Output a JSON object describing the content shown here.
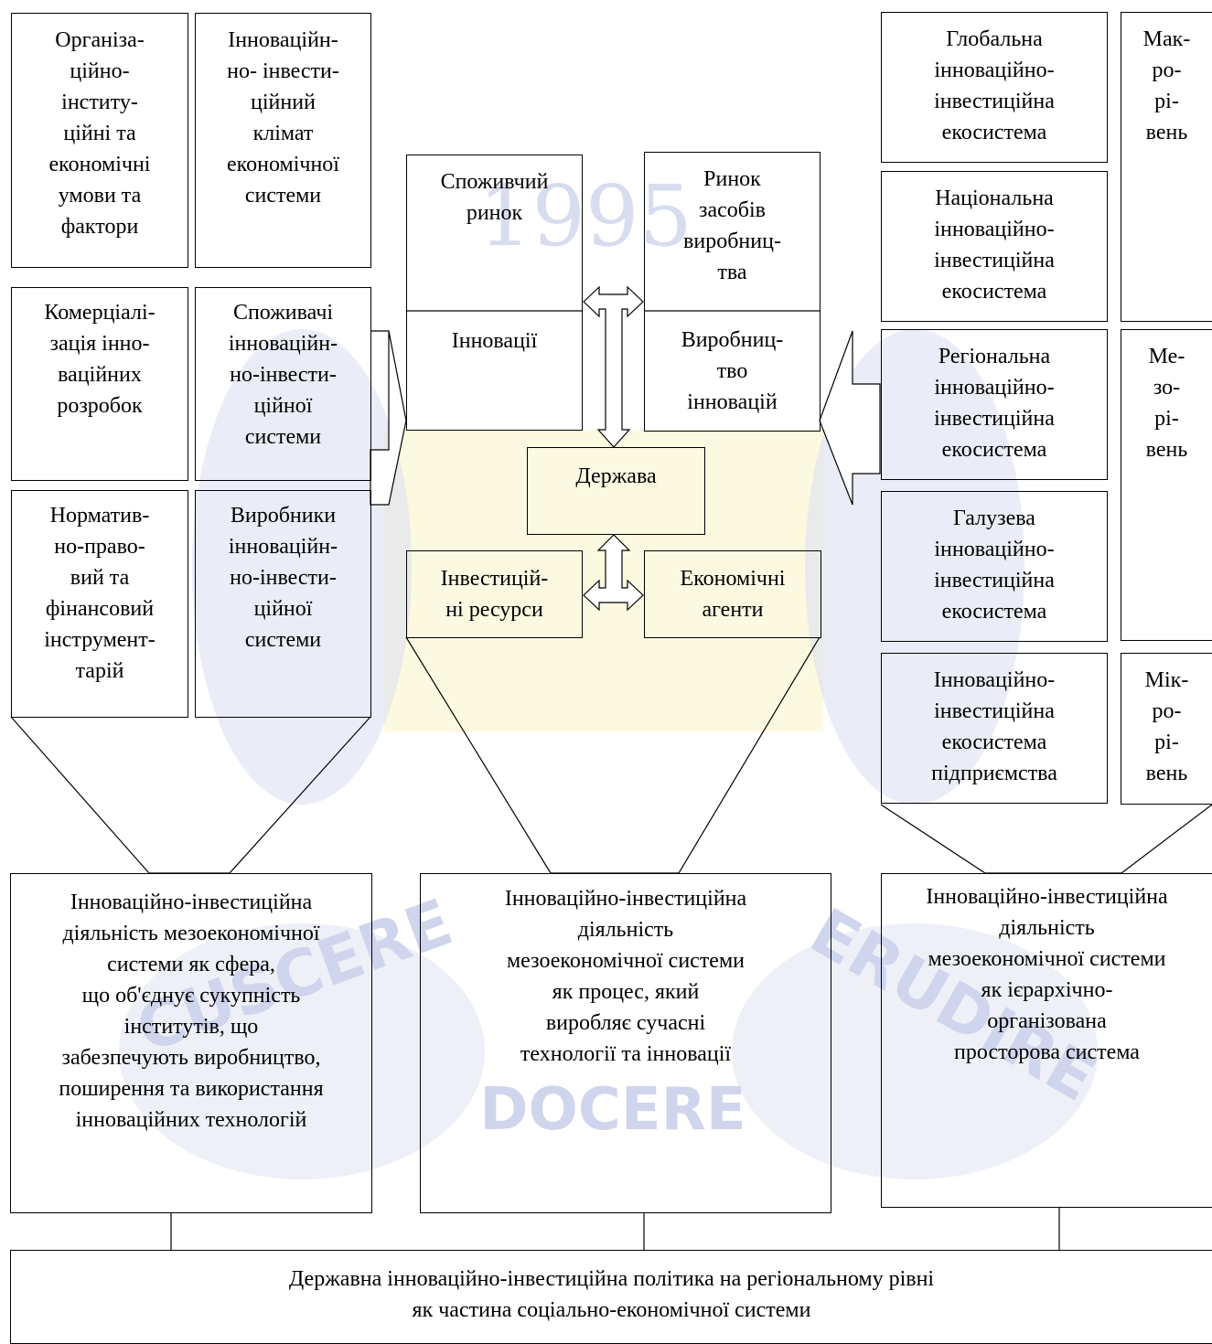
{
  "colors": {
    "line": "#000000",
    "watermark_blue": "#d7dcef",
    "watermark_yellow": "#fbf7c8"
  },
  "watermark": {
    "year": "1995",
    "motto_left": "CUSCERE",
    "motto_right": "ERUDIRE",
    "motto_bottom": "DOCERE"
  },
  "left": {
    "conditions": "Організа-\nційно-\nінститу-\nційні та\nекономічні\nумови та\nфактори",
    "climate": "Інноваційн-\nно- інвести-\nційний\nклімат\nекономічної\nсистеми",
    "commercialization": "Комерціалі-\nзація інно-\nваційних\nрозробок",
    "consumers": "Споживачі\nінноваційн-\nно-інвести-\nційної\nсистеми",
    "regulatory": "Норматив-\nно-право-\nвий та\nфінансовий\nінструмент-\nтарій",
    "producers": "Виробники\nінноваційн-\nно-інвести-\nційної\nсистеми"
  },
  "center": {
    "consumer_market": "Споживчий\nринок",
    "means_market": "Ринок\nзасобів\nвиробниц-\nтва",
    "innovations": "Інновації",
    "innovation_production": "Виробниц-\nтво\nінновацій",
    "state": "Держава",
    "investment_resources": "Інвестицій-\nні ресурси",
    "economic_agents": "Економічні\nагенти"
  },
  "right": {
    "global": "Глобальна\nінноваційно-\nінвестиційна\nекосистема",
    "national": "Національна\nінноваційно-\nінвестиційна\nекосистема",
    "regional": "Регіональна\nінноваційно-\nінвестиційна\nекосистема",
    "sectoral": "Галузева\nінноваційно-\nінвестиційна\nекосистема",
    "enterprise": "Інноваційно-\nінвестиційна\nекосистема\nпідприємства",
    "macro": "Мак-\nро-\nрі-\nвень",
    "meso": "Ме-\nзо-\nрі-\nвень",
    "micro": "Мік-\nро-\nрі-\nвень"
  },
  "bottom": {
    "sphere": "Інноваційно-інвестиційна\nдіяльність мезоекономічної\nсистеми як сфера,\nщо об'єднує сукупність\nінститутів, що\nзабезпечують виробництво,\nпоширення та використання\nінноваційних технологій",
    "process": "Інноваційно-інвестиційна\nдіяльність\nмезоекономічної системи\nяк процес, який\nвиробляє сучасні\nтехнології та інновації",
    "hierarchy": "Інноваційно-інвестиційна\nдіяльність\nмезоекономічної системи\nяк ієрархічно-\nорганізована\nпросторова система",
    "policy": "Державна інноваційно-інвестиційна політика на регіональному рівні\nяк частина соціально-економічної системи"
  }
}
